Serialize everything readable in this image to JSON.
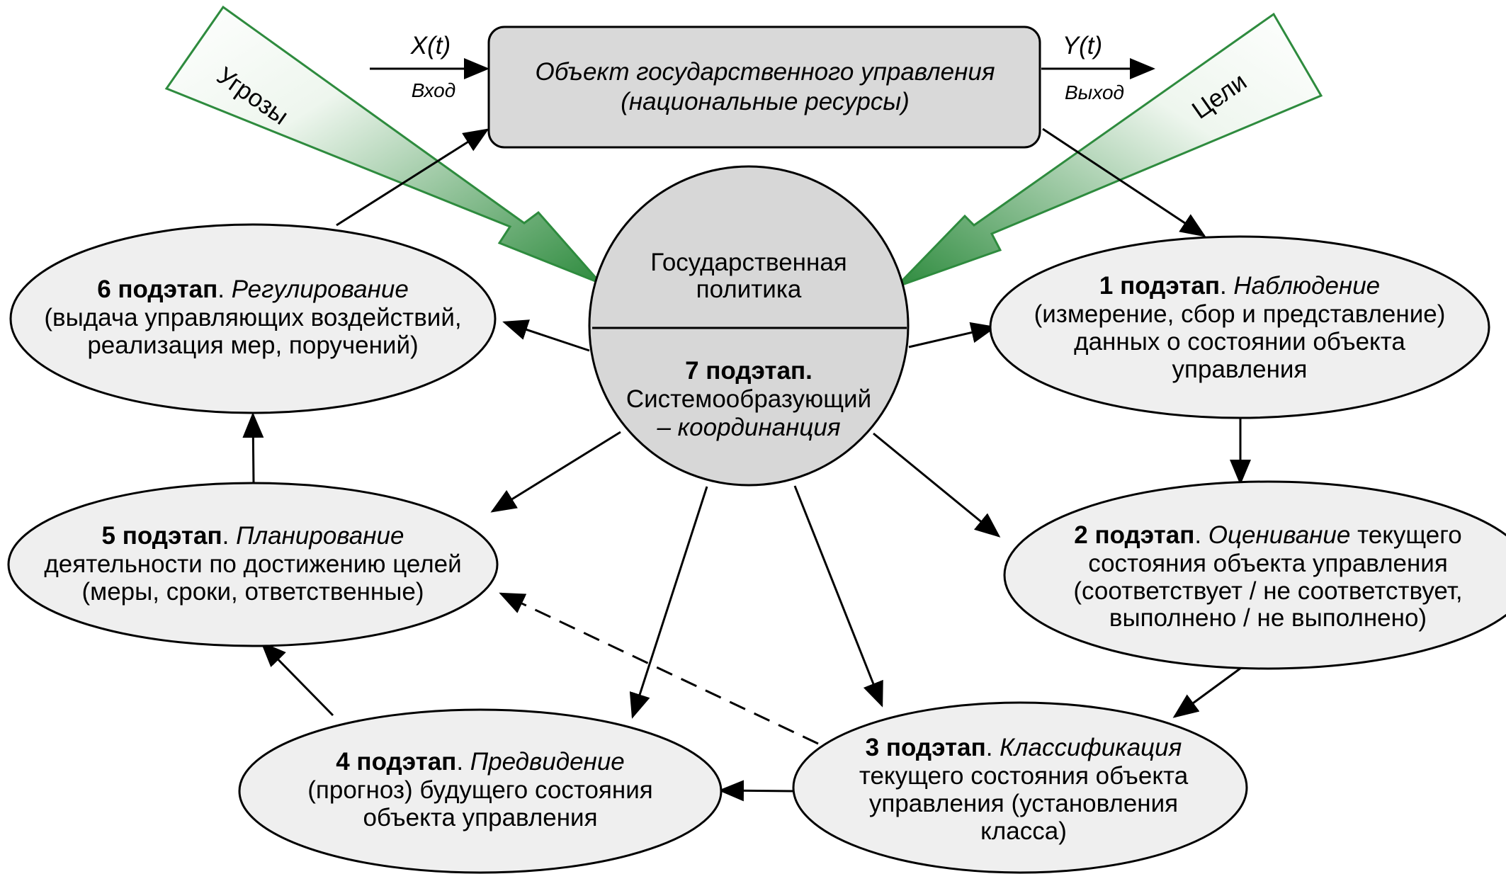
{
  "colors": {
    "ellipse_fill": "#efefef",
    "center_fill": "#d7d7d7",
    "object_fill": "#d9d9d9",
    "stroke": "#000000",
    "green_dark": "#2e8b3e",
    "green_light": "#ffffff"
  },
  "object": {
    "line1": "Объект государственного управления",
    "line2": "(национальные ресурсы)"
  },
  "io": {
    "input_label": "X(t)",
    "input_sub": "Вход",
    "output_label": "Y(t)",
    "output_sub": "Выход"
  },
  "threats": {
    "label": "Угрозы"
  },
  "goals": {
    "label": "Цели"
  },
  "center": {
    "top_line1": "Государственная",
    "top_line2": "политика",
    "bottom_bold": "7 подэтап.",
    "bottom_line2": "Системообразующий",
    "bottom_line3": "– координанция"
  },
  "stages": {
    "s1": {
      "bold": "1 подэтап",
      "sep": ". ",
      "italic": "Наблюдение",
      "line2": "(измерение, сбор и представление)",
      "line3": "данных  о состоянии объекта",
      "line4": "управления"
    },
    "s2": {
      "bold": "2 подэтап",
      "sep": ". ",
      "italic": "Оценивание",
      "rest": " текущего",
      "line2": "состояния объекта управления",
      "line3": "(соответствует / не соответствует,",
      "line4": "выполнено / не выполнено)"
    },
    "s3": {
      "bold": "3 подэтап",
      "sep": ". ",
      "italic": "Классификация",
      "line2": "текущего состояния объекта",
      "line3": "управления (установления",
      "line4": "класса)"
    },
    "s4": {
      "bold": "4 подэтап",
      "sep": ". ",
      "italic": "Предвидение",
      "line2": "(прогноз) будущего состояния",
      "line3": "объекта управления"
    },
    "s5": {
      "bold": "5 подэтап",
      "sep": ". ",
      "italic": "Планирование",
      "line2": "деятельности по достижению целей",
      "line3": "(меры, сроки, ответственные)"
    },
    "s6": {
      "bold": "6 подэтап",
      "sep": ". ",
      "italic": "Регулирование",
      "line2": "(выдача управляющих воздействий,",
      "line3": "реализация мер, поручений)"
    }
  }
}
